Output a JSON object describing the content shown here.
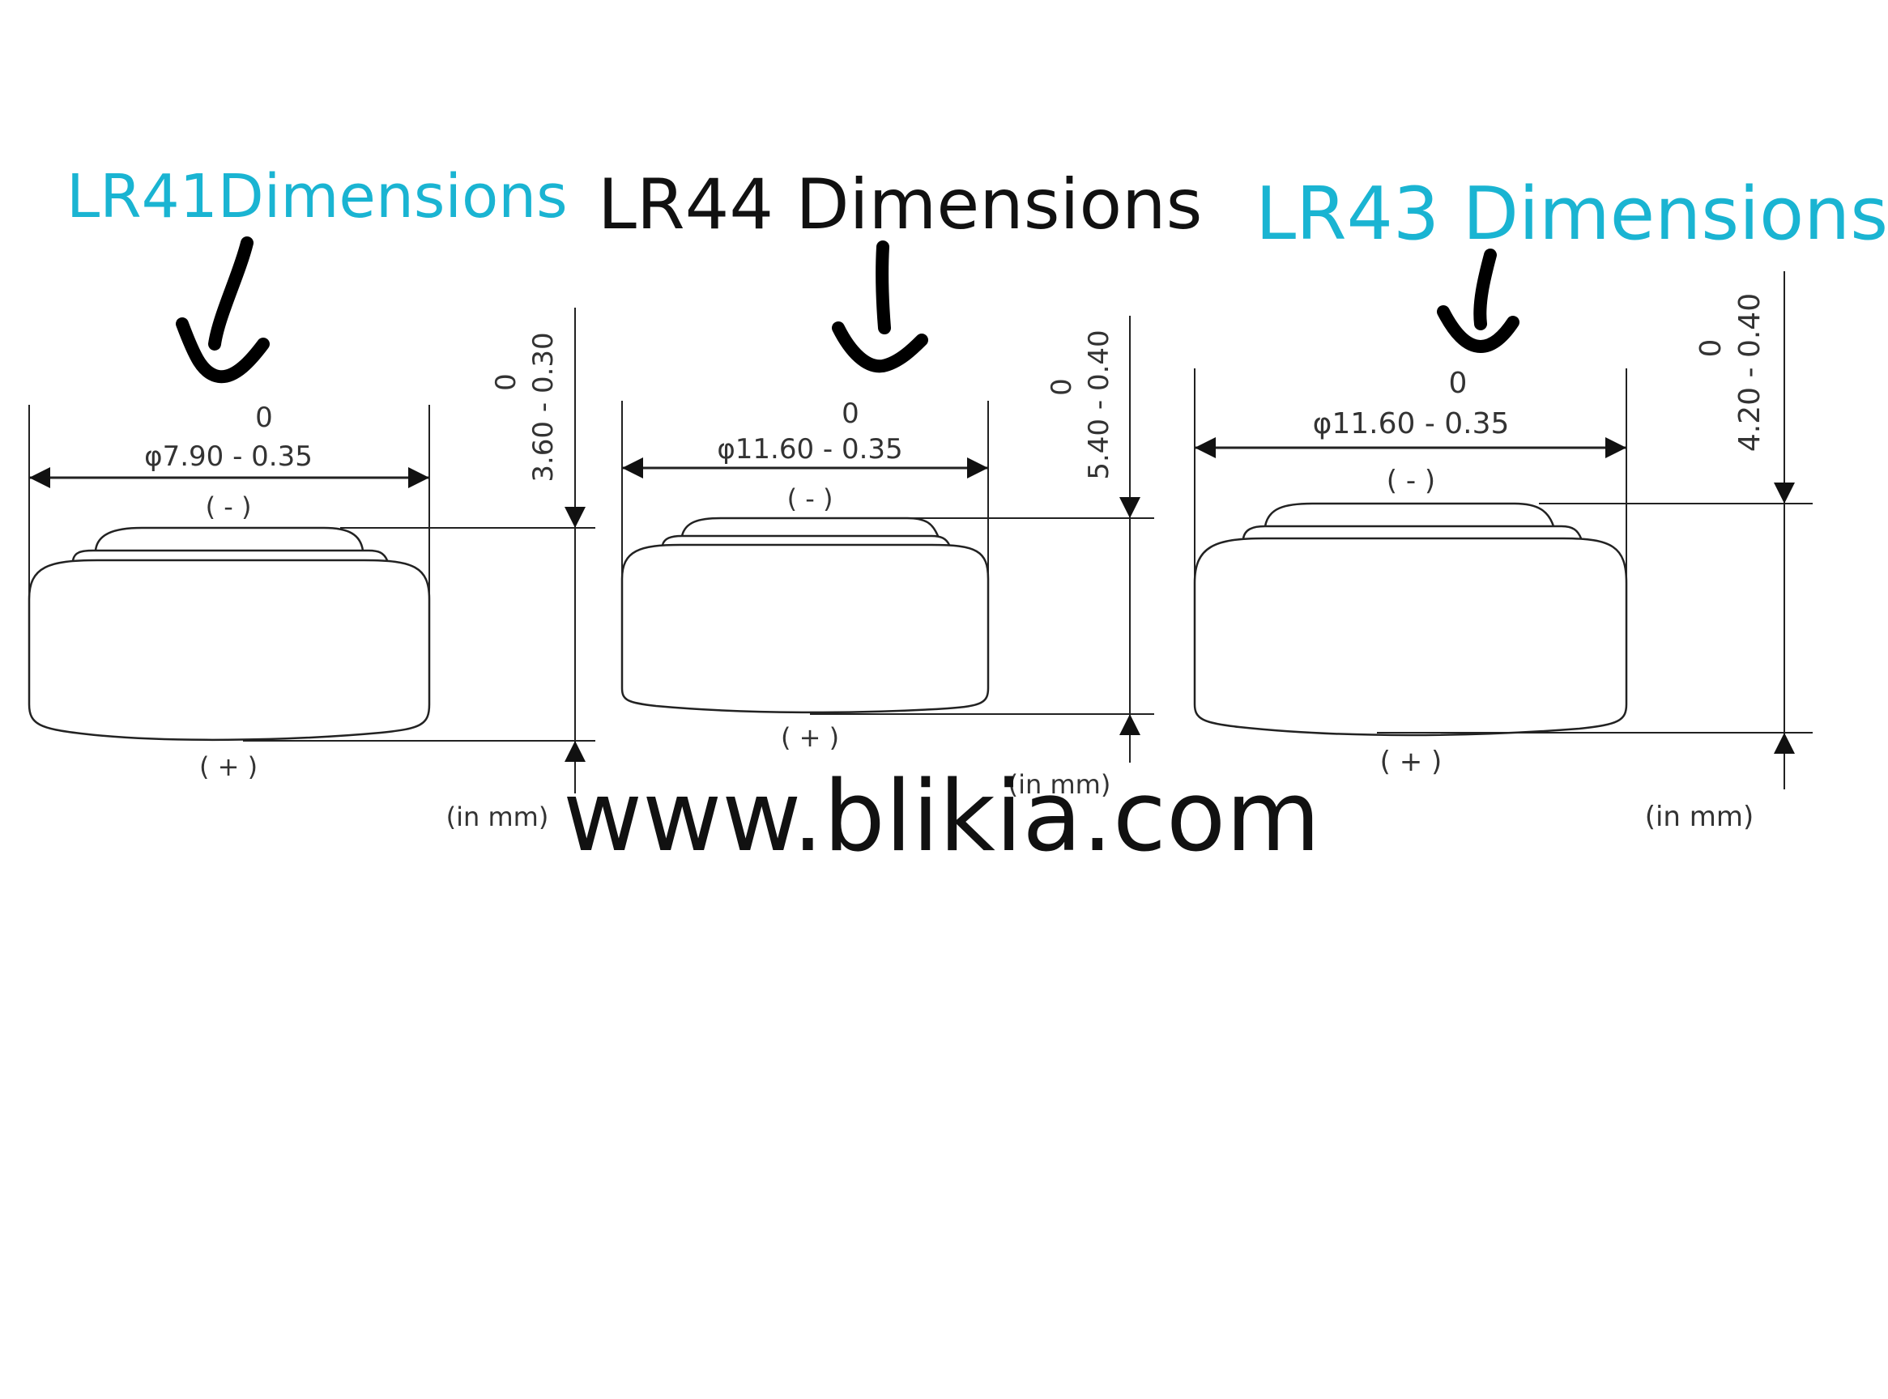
{
  "colors": {
    "accent": "#1ab4d2",
    "ink": "#111111",
    "line": "#222222"
  },
  "batteries": [
    {
      "title": "LR41Dimensions",
      "title_color": "#1ab4d2",
      "diameter_top": "0",
      "diameter_label": "φ7.90 - 0.35",
      "height_top": "0",
      "height_label": "3.60 - 0.30",
      "neg_label": "( - )",
      "pos_label": "( + )",
      "unit_label": "(in mm)"
    },
    {
      "title": "LR44 Dimensions",
      "title_color": "#111111",
      "diameter_top": "0",
      "diameter_label": "φ11.60 - 0.35",
      "height_top": "0",
      "height_label": "5.40 - 0.40",
      "neg_label": "( - )",
      "pos_label": "( + )",
      "unit_label": "(in mm)"
    },
    {
      "title": "LR43 Dimensions",
      "title_color": "#1ab4d2",
      "diameter_top": "0",
      "diameter_label": "φ11.60 - 0.35",
      "height_top": "0",
      "height_label": "4.20 - 0.40",
      "neg_label": "( - )",
      "pos_label": "( + )",
      "unit_label": "(in mm)"
    }
  ],
  "website": "www.blikia.com"
}
